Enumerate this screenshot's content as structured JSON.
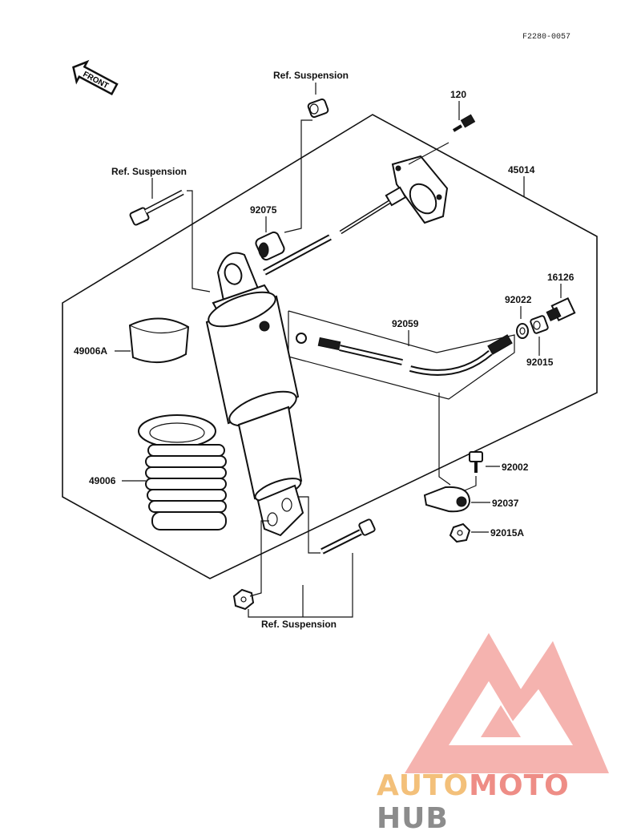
{
  "drawing_code": "F2280-0057",
  "front_label": "FRONT",
  "labels": {
    "ref_top": "Ref. Suspension",
    "ref_left": "Ref. Suspension",
    "ref_bottom": "Ref. Suspension",
    "p120": "120",
    "p45014": "45014",
    "p92075": "92075",
    "p16126": "16126",
    "p92022": "92022",
    "p92059": "92059",
    "p92015": "92015",
    "p49006A": "49006A",
    "p49006": "49006",
    "p92002": "92002",
    "p92037": "92037",
    "p92015A": "92015A"
  },
  "watermark": {
    "part1": "AUTO",
    "part2": "MOTO",
    "part3": "HUB",
    "colors": {
      "auto": "#f3c07a",
      "moto": "#ee8d86",
      "hub": "#8c8c8c",
      "logo": "#f08a86"
    }
  }
}
